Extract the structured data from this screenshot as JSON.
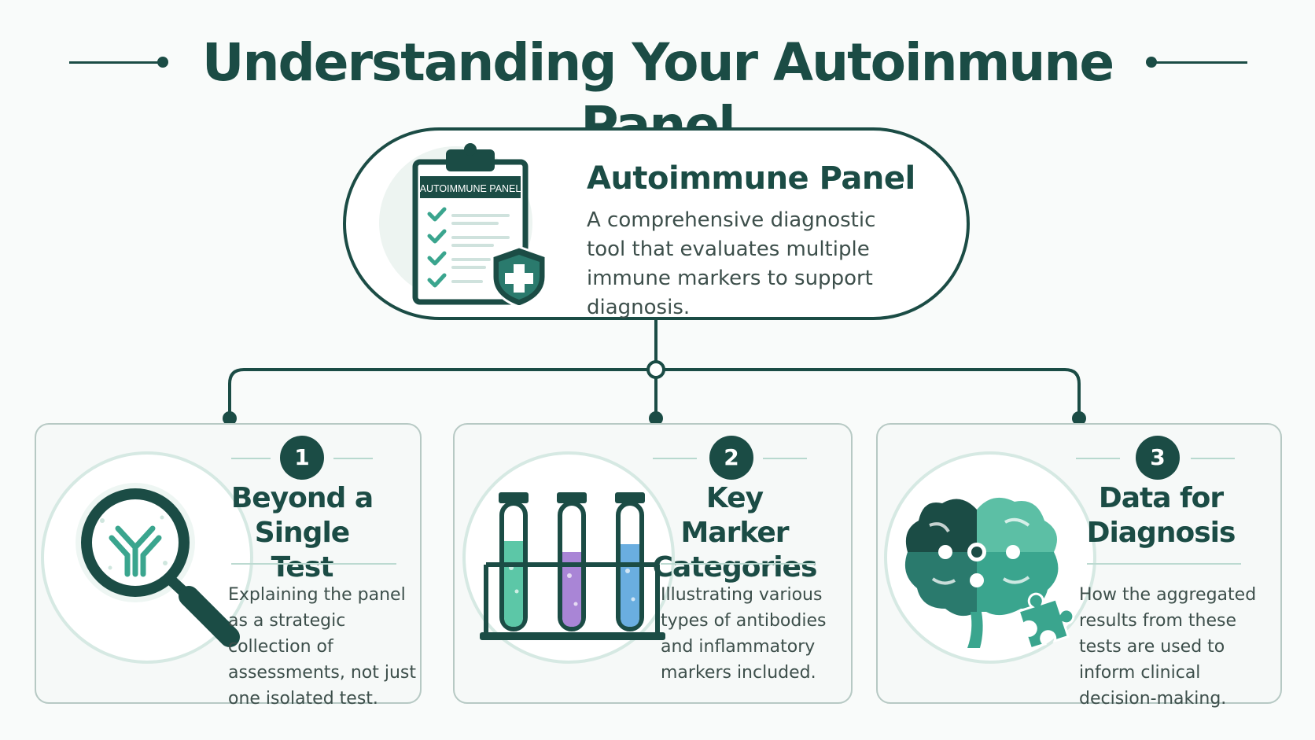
{
  "title": "Understanding Your Autoinmune Panel",
  "colors": {
    "primary": "#1b4c45",
    "accent": "#3aa58e",
    "light_ring": "#d6e9e3",
    "purple": "#a985d6",
    "blue": "#6aaee0"
  },
  "hero": {
    "icon": "clipboard-shield-icon",
    "clipboard_label": "AUTOIMMUNE PANEL",
    "title": "Autoimmune Panel",
    "description": "A comprehensive diagnostic tool that evaluates multiple immune markers to support diagnosis."
  },
  "cards": [
    {
      "number": "1",
      "title": "Beyond a Single Test",
      "icon": "magnifier-antibody-icon",
      "description": "Explaining the panel as a strategic collection of assessments, not just one isolated test."
    },
    {
      "number": "2",
      "title": "Key Marker Categories",
      "icon": "test-tubes-icon",
      "description": "Illustrating various types of antibodies and inflammatory markers included."
    },
    {
      "number": "3",
      "title": "Data for Diagnosis",
      "icon": "brain-puzzle-icon",
      "description": "How the aggregated results from these tests are used to inform clinical decision-making."
    }
  ]
}
